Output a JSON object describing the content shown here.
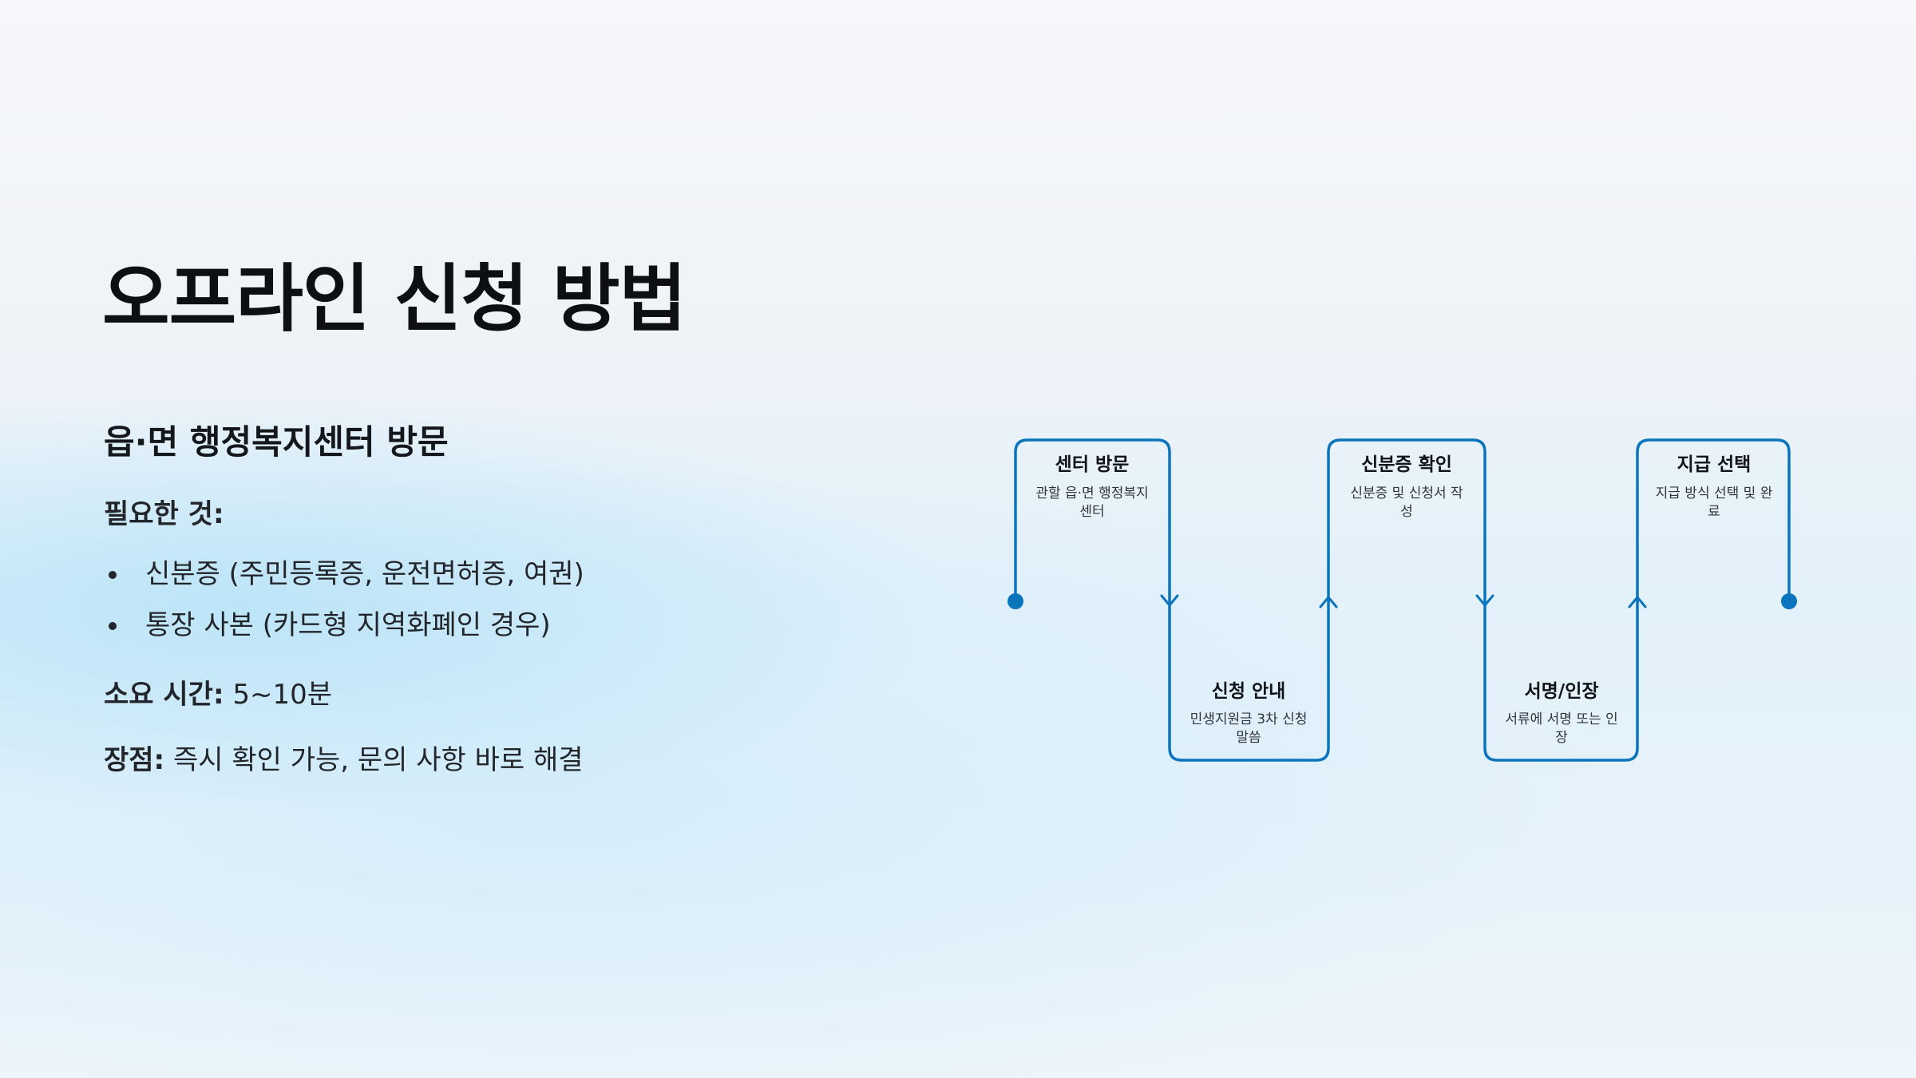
{
  "title": "오프라인 신청 방법",
  "subtitle": "읍·면 행정복지센터 방문",
  "requirements": {
    "label": "필요한 것:",
    "items": [
      "신분증 (주민등록증, 운전면허증, 여권)",
      "통장 사본 (카드형 지역화폐인 경우)"
    ]
  },
  "duration": {
    "label": "소요 시간:",
    "value": "5~10분"
  },
  "advantage": {
    "label": "장점:",
    "value": "즉시 확인 가능, 문의 사항 바로 해결"
  },
  "flow": {
    "accent_color": "#0a74bd",
    "steps": [
      {
        "title": "센터 방문",
        "desc": [
          "관할 읍·면 행정복지",
          "센터"
        ],
        "position": "top"
      },
      {
        "title": "신청 안내",
        "desc": [
          "민생지원금 3차 신청",
          "말씀"
        ],
        "position": "bottom"
      },
      {
        "title": "신분증 확인",
        "desc": [
          "신분증 및 신청서 작",
          "성"
        ],
        "position": "top"
      },
      {
        "title": "서명/인장",
        "desc": [
          "서류에 서명 또는 인",
          "장"
        ],
        "position": "bottom"
      },
      {
        "title": "지급 선택",
        "desc": [
          "지급 방식 선택 및 완",
          "료"
        ],
        "position": "top"
      }
    ]
  }
}
